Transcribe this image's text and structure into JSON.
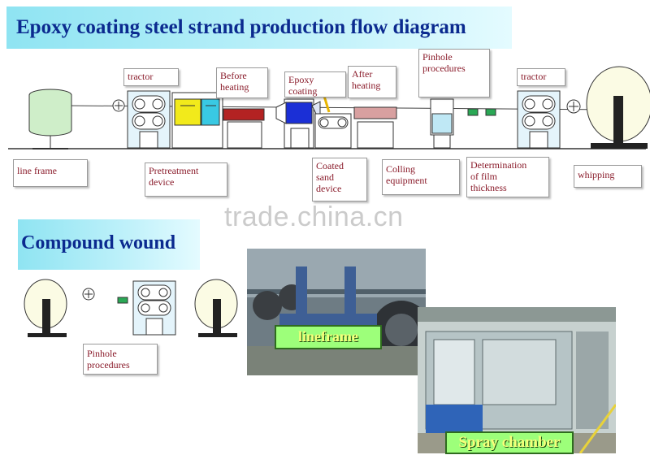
{
  "header": {
    "title": "Epoxy coating steel strand production flow diagram"
  },
  "flow_labels": {
    "line_frame": "line  frame",
    "tractor_left": "tractor",
    "pretreatment": "Pretreatment\ndevice",
    "before_heating": "Before\nheating",
    "epoxy_coating": "Epoxy\ncoating",
    "coated_sand": "Coated\nsand\ndevice",
    "after_heating": "After\nheating",
    "colling": "Colling\nequipment",
    "pinhole": "Pinhole\nprocedures",
    "film": "Determination\nof film\nthickness",
    "tractor_right": "tractor",
    "whipping": "whipping"
  },
  "section2": {
    "title": "Compound wound",
    "pinhole_label": "Pinhole\nprocedures"
  },
  "photos": {
    "lineframe": "lineframe",
    "spray": "Spray chamber"
  },
  "watermark": "trade.china.cn",
  "colors": {
    "title_blue": "#0b2a8f",
    "label_red": "#8a1c2b",
    "banner_cyan": "#8fe4f2"
  }
}
